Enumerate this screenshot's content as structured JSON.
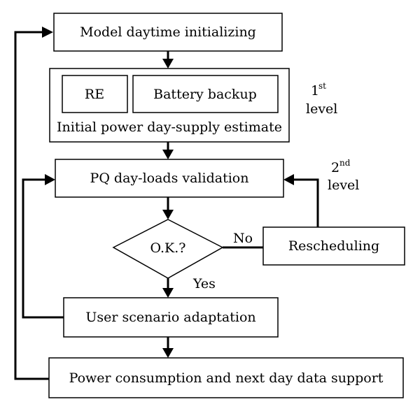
{
  "nodes": {
    "init": "Model daytime initializing",
    "re": "RE",
    "battery": "Battery backup",
    "estimate": "Initial power day-supply estimate",
    "validation": "PQ day-loads validation",
    "decision": "O.K.?",
    "rescheduling": "Rescheduling",
    "adaptation": "User scenario adaptation",
    "consumption": "Power consumption and next day data support"
  },
  "edges": {
    "no": "No",
    "yes": "Yes"
  },
  "levels": {
    "first_num": "1",
    "first_sup": "st",
    "first_word": "level",
    "second_num": "2",
    "second_sup": "nd",
    "second_word": "level"
  }
}
